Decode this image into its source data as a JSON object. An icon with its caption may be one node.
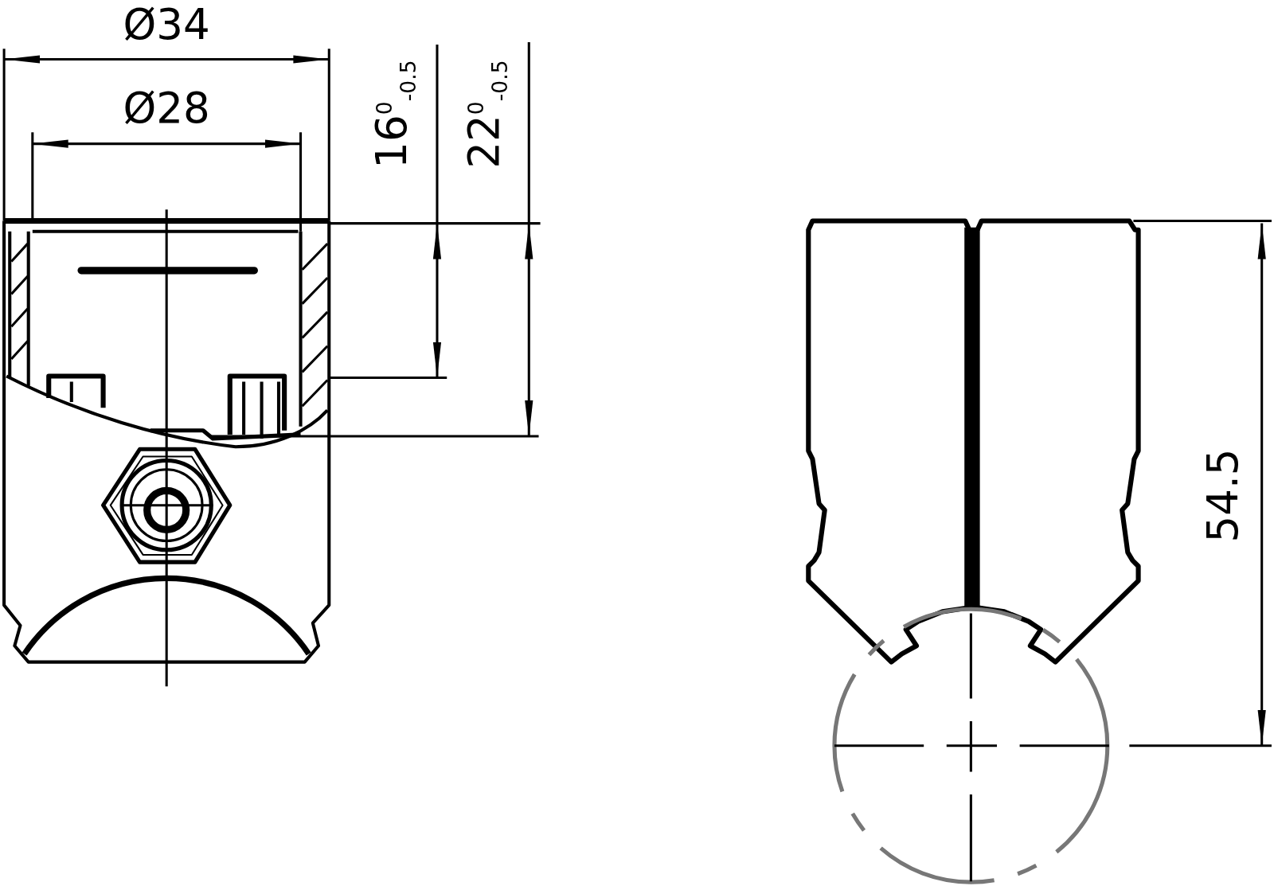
{
  "diagram": {
    "labels": [
      "Ø34",
      "Ø28",
      "16$^{0}$$_{-0.5}$",
      "22$^{0}$$_{-0.5}$",
      "54.5"
    ]
  }
}
